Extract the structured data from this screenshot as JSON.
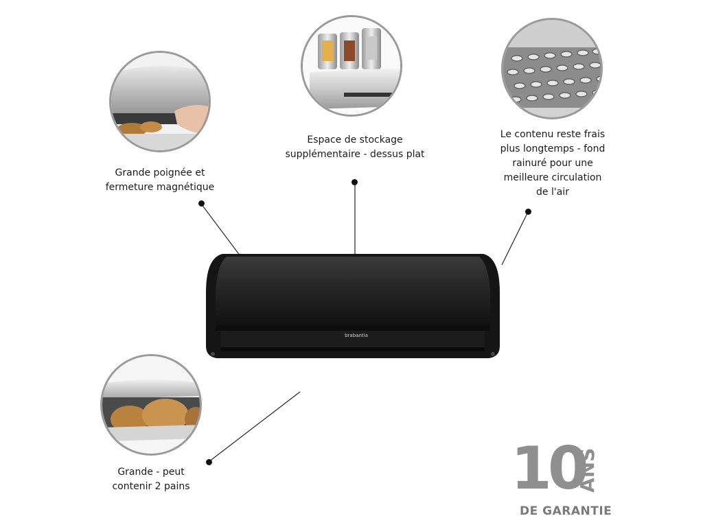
{
  "features": [
    {
      "id": "handle",
      "lines": [
        "Grande poignée et",
        "fermeture magnétique"
      ]
    },
    {
      "id": "storage",
      "lines": [
        "Espace de stockage",
        "supplémentaire - dessus plat"
      ]
    },
    {
      "id": "fresh",
      "lines": [
        "Le contenu reste frais",
        "plus longtemps - fond",
        "rainuré pour une",
        "meilleure circulation",
        "de l'air"
      ]
    },
    {
      "id": "capacity",
      "lines": [
        "Grande - peut",
        "contenir 2 pains"
      ]
    }
  ],
  "product": {
    "brand": "brabantia"
  },
  "warranty": {
    "number": "10",
    "unit": "ANS",
    "subtitle": "DE GARANTIE"
  }
}
